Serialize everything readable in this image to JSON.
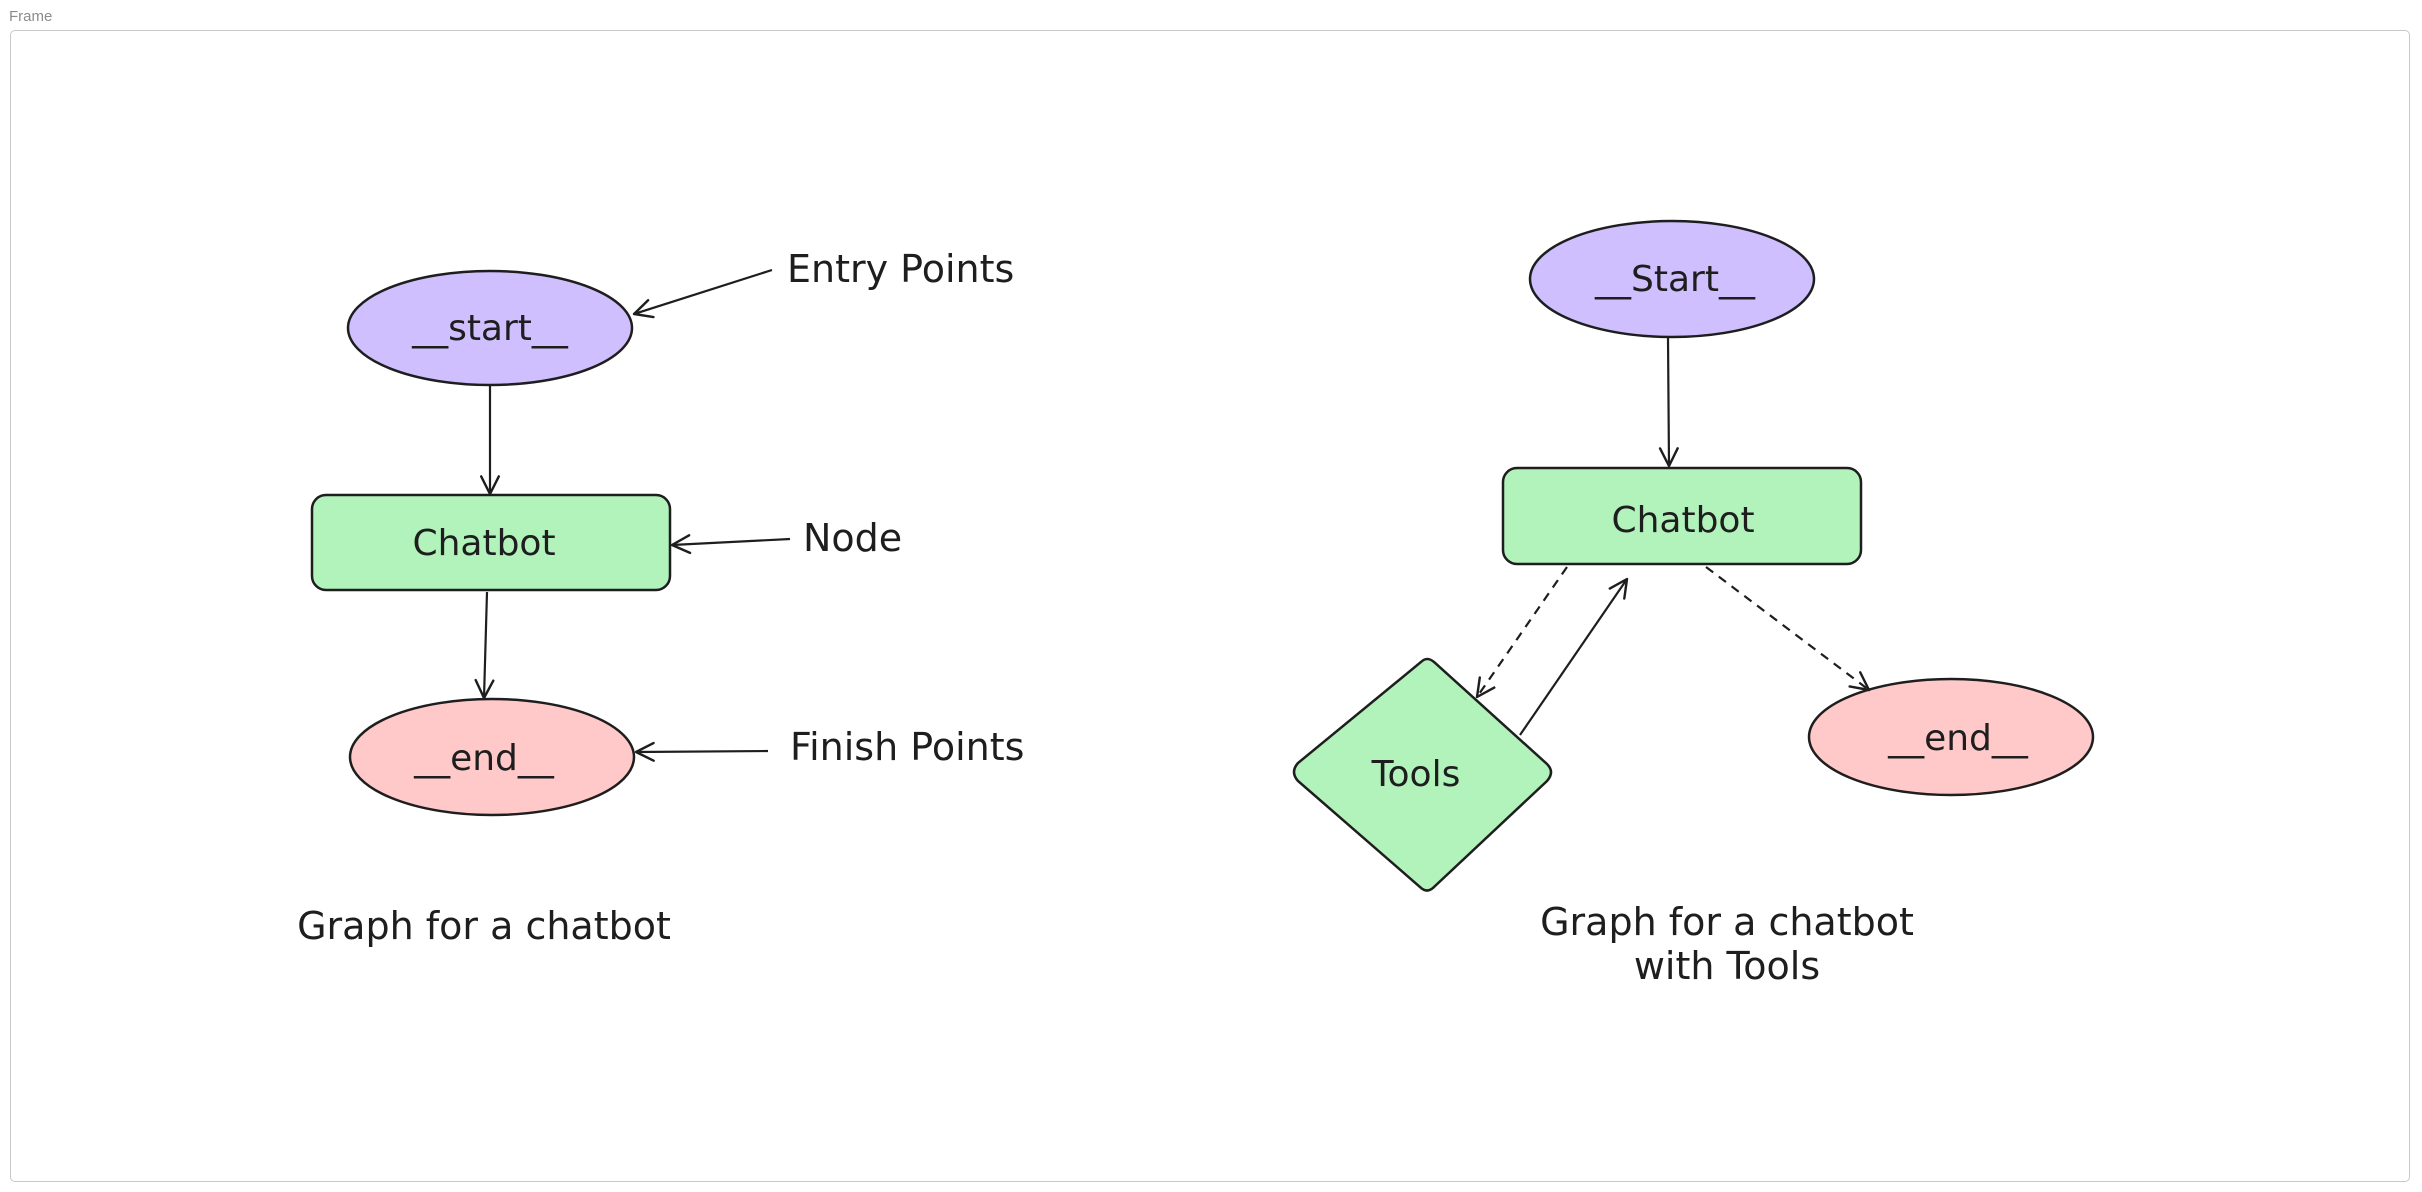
{
  "frame": {
    "label": "Frame"
  },
  "left_graph": {
    "start": "__start__",
    "chatbot": "Chatbot",
    "end": "__end__",
    "annotations": {
      "entry": "Entry Points",
      "node": "Node",
      "finish": "Finish Points"
    },
    "caption": "Graph for a chatbot"
  },
  "right_graph": {
    "start": "__Start__",
    "chatbot": "Chatbot",
    "tools": "Tools",
    "end": "__end__",
    "caption_line1": "Graph for a chatbot",
    "caption_line2": "with Tools"
  },
  "colors": {
    "start_fill": "#d0bfff",
    "node_fill": "#b2f2bb",
    "end_fill": "#ffc9c9",
    "stroke": "#1e1e1e"
  }
}
